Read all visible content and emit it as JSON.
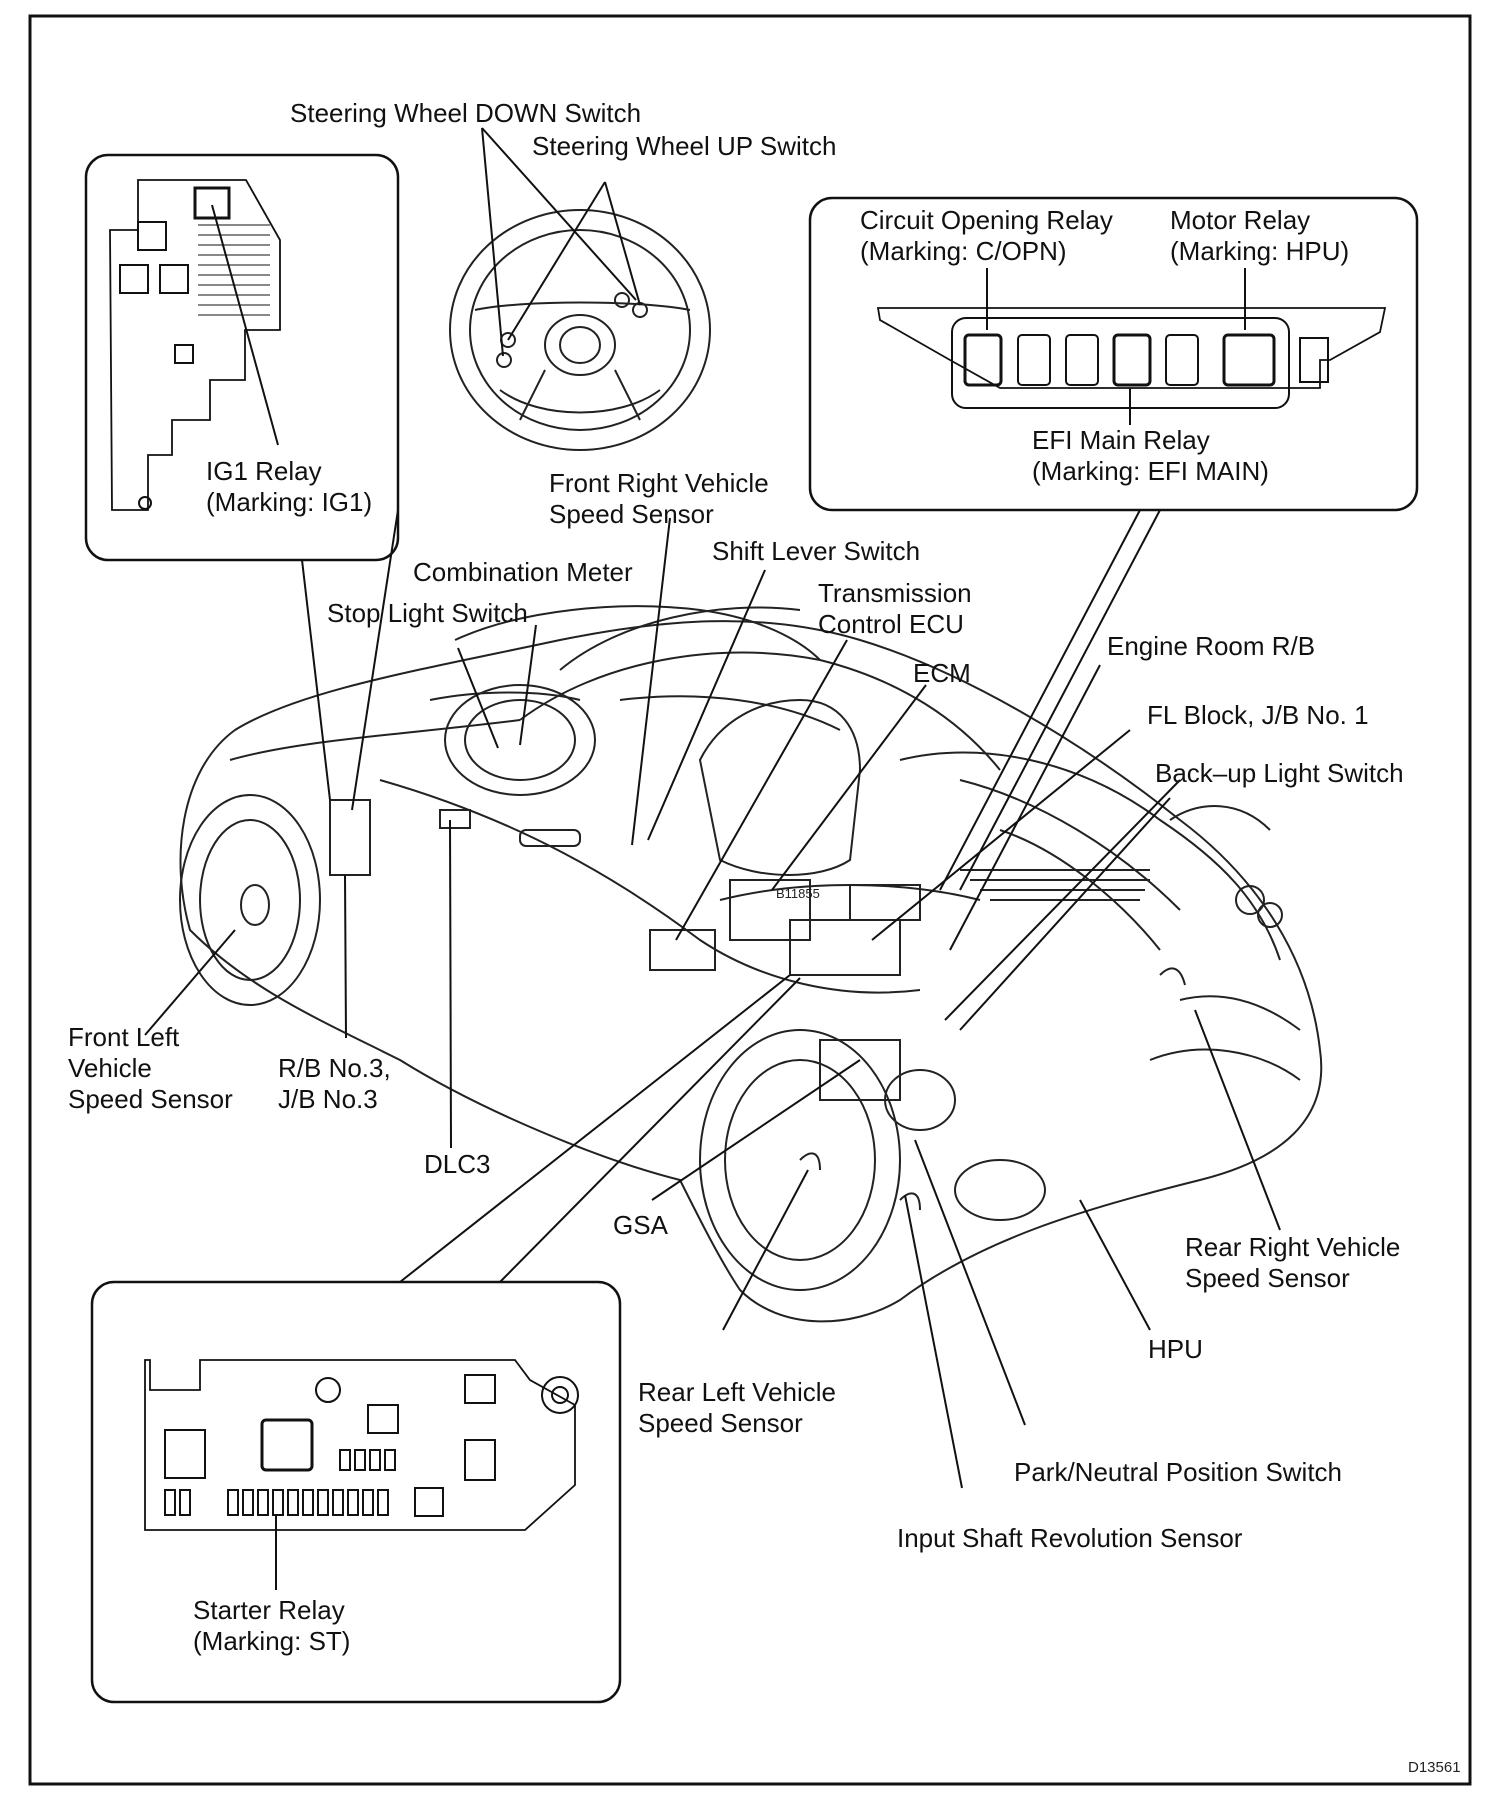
{
  "figure_code": "D13561",
  "ecm_part_marking": "B11855",
  "labels": {
    "steering_down": "Steering Wheel DOWN Switch",
    "steering_up": "Steering Wheel UP Switch",
    "circuit_opening_relay": [
      "Circuit Opening Relay",
      "(Marking: C/OPN)"
    ],
    "motor_relay": [
      "Motor Relay",
      "(Marking: HPU)"
    ],
    "efi_main_relay": [
      "EFI Main Relay",
      "(Marking: EFI MAIN)"
    ],
    "ig1_relay": [
      "IG1 Relay",
      "(Marking: IG1)"
    ],
    "front_right_speed": [
      "Front Right Vehicle",
      "Speed Sensor"
    ],
    "shift_lever_switch": "Shift Lever Switch",
    "combination_meter": "Combination Meter",
    "transmission_ecu": [
      "Transmission",
      "Control ECU"
    ],
    "stop_light_switch": "Stop Light Switch",
    "ecm": "ECM",
    "engine_room_rb": "Engine Room R/B",
    "fl_block": "FL Block, J/B No. 1",
    "backup_light_switch": "Back–up Light Switch",
    "front_left_speed": [
      "Front Left",
      "Vehicle",
      "Speed Sensor"
    ],
    "rb_no3": [
      "R/B No.3,",
      "J/B No.3"
    ],
    "dlc3": "DLC3",
    "gsa": "GSA",
    "rear_right_speed": [
      "Rear Right Vehicle",
      "Speed Sensor"
    ],
    "hpu": "HPU",
    "rear_left_speed": [
      "Rear Left Vehicle",
      "Speed Sensor"
    ],
    "park_neutral_switch": "Park/Neutral Position Switch",
    "input_shaft_sensor": "Input Shaft Revolution Sensor",
    "starter_relay": [
      "Starter Relay",
      "(Marking: ST)"
    ]
  }
}
